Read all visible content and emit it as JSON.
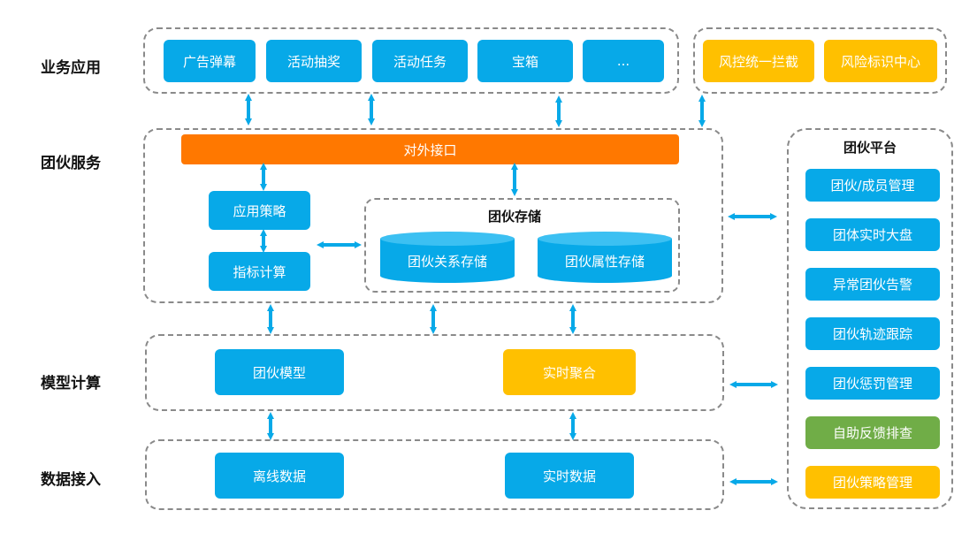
{
  "layers": {
    "business": "业务应用",
    "service": "团伙服务",
    "model": "模型计算",
    "data": "数据接入"
  },
  "business_apps": [
    "广告弹幕",
    "活动抽奖",
    "活动任务",
    "宝箱",
    "..."
  ],
  "risk_apps": [
    "风控统一拦截",
    "风险标识中心"
  ],
  "service": {
    "api": "对外接口",
    "strategy": "应用策略",
    "metric": "指标计算",
    "storage": {
      "title": "团伙存储",
      "relation": "团伙关系存储",
      "attribute": "团伙属性存储"
    }
  },
  "model": {
    "gang_model": "团伙模型",
    "realtime_agg": "实时聚合"
  },
  "data": {
    "offline": "离线数据",
    "realtime": "实时数据"
  },
  "platform": {
    "title": "团伙平台",
    "items": [
      "团伙/成员管理",
      "团体实时大盘",
      "异常团伙告警",
      "团伙轨迹跟踪",
      "团伙惩罚管理",
      "自助反馈排查",
      "团伙策略管理"
    ]
  },
  "colors": {
    "blue": "#07A9E8",
    "yellow": "#FFC000",
    "orange": "#FF7800",
    "green": "#70AD47"
  }
}
